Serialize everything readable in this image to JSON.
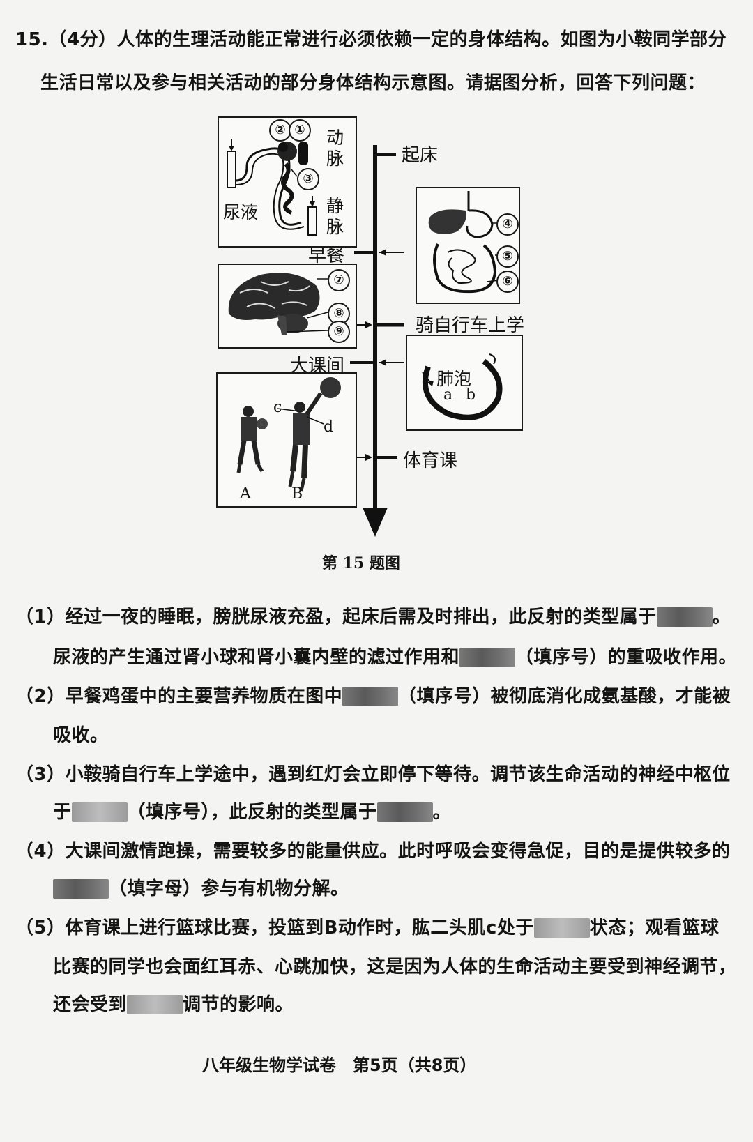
{
  "question": {
    "line1": "15.（4分）人体的生理活动能正常进行必须依赖一定的身体结构。如图为小鞍同学部分",
    "line2": "生活日常以及参与相关活动的部分身体结构示意图。请据图分析，回答下列问题："
  },
  "figure": {
    "timeline": {
      "qichuang": "起床",
      "zaocan": "早餐",
      "qizixingche": "骑自行车上学",
      "dakejian": "大课间",
      "tiyuke": "体育课"
    },
    "kidney": {
      "n1": "①",
      "n2": "②",
      "n3": "③",
      "dongmai": "动脉",
      "jingmai": "静脉",
      "niaoye": "尿液"
    },
    "digest": {
      "n4": "④",
      "n5": "⑤",
      "n6": "⑥"
    },
    "brain": {
      "n7": "⑦",
      "n8": "⑧",
      "n9": "⑨"
    },
    "lung": {
      "feipao": "肺泡",
      "a": "a",
      "b": "b"
    },
    "basketball": {
      "c": "c",
      "d": "d",
      "A": "A",
      "B": "B"
    },
    "caption": "第 15 题图"
  },
  "items": {
    "q1a_pre": "（1）经过一夜的睡眠，膀胱尿液充盈，起床后需及时排出，此反射的类型属于",
    "q1a_post": "。",
    "q1b_pre": "尿液的产生通过肾小球和肾小囊内壁的滤过作用和",
    "q1b_post": "（填序号）的重吸收作用。",
    "q2a_pre": "（2）早餐鸡蛋中的主要营养物质在图中",
    "q2a_post": "（填序号）被彻底消化成氨基酸，才能被",
    "q2b": "吸收。",
    "q3a": "（3）小鞍骑自行车上学途中，遇到红灯会立即停下等待。调节该生命活动的神经中枢位",
    "q3b_pre": "于",
    "q3b_mid": "（填序号），此反射的类型属于",
    "q3b_post": "。",
    "q4a": "（4）大课间激情跑操，需要较多的能量供应。此时呼吸会变得急促，目的是提供较多的",
    "q4b_post": "（填字母）参与有机物分解。",
    "q5a_pre": "（5）体育课上进行篮球比赛，投篮到B动作时，肱二头肌c处于",
    "q5a_post": "状态；观看篮球",
    "q5b": "比赛的同学也会面红耳赤、心跳加快，这是因为人体的生命活动主要受到神经调节，",
    "q5c_pre": "还会受到",
    "q5c_post": "调节的影响。"
  },
  "footer": "八年级生物学试卷　第5页（共8页）"
}
